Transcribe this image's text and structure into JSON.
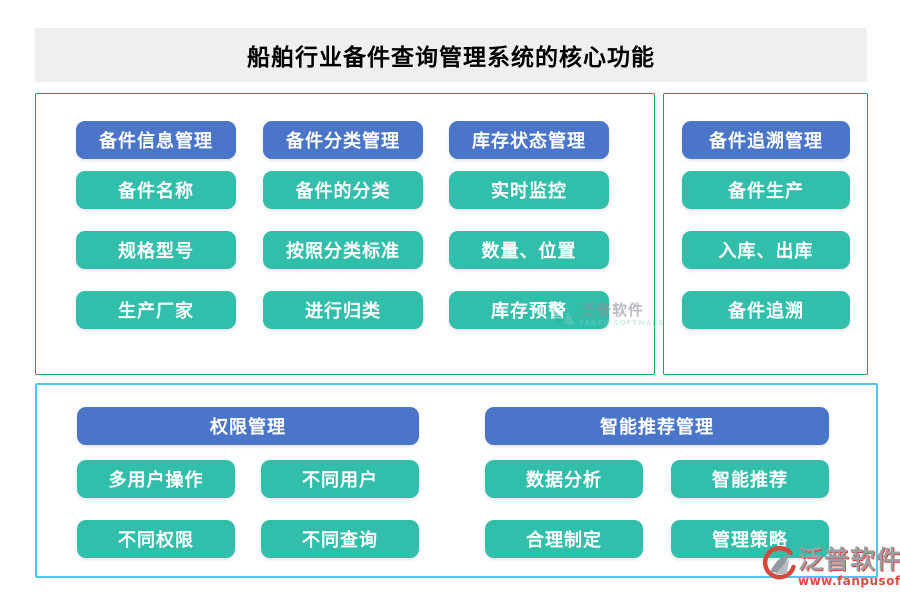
{
  "title": "船舶行业备件查询管理系统的核心功能",
  "colors": {
    "header_blue": "#4a75c8",
    "item_teal": "#31bfab",
    "panel_border_green": "#18a356",
    "panel_border_cyan": "#4ec7ef",
    "title_bg": "#efefef",
    "brand_red": "#e04a3f",
    "brand_gray": "#9ba0a7",
    "watermark_teal": "#2ab5a0"
  },
  "panels": {
    "parts_overview": {
      "columns": [
        {
          "header": "备件信息管理",
          "items": [
            "备件名称",
            "规格型号",
            "生产厂家"
          ]
        },
        {
          "header": "备件分类管理",
          "items": [
            "备件的分类",
            "按照分类标准",
            "进行归类"
          ]
        },
        {
          "header": "库存状态管理",
          "items": [
            "实时监控",
            "数量、位置",
            "库存预警"
          ]
        }
      ]
    },
    "traceability": {
      "header": "备件追溯管理",
      "items": [
        "备件生产",
        "入库、出库",
        "备件追溯"
      ]
    },
    "bottom": {
      "sections": [
        {
          "header": "权限管理",
          "items": [
            "多用户操作",
            "不同用户",
            "不同权限",
            "不同查询"
          ]
        },
        {
          "header": "智能推荐管理",
          "items": [
            "数据分析",
            "智能推荐",
            "合理制定",
            "管理策略"
          ]
        }
      ]
    }
  },
  "watermark": {
    "name": "泛普软件",
    "subname": "FANPU SOFTWARE"
  },
  "brand": {
    "name": "泛普软件",
    "url": "www.fanpusoft.com"
  }
}
